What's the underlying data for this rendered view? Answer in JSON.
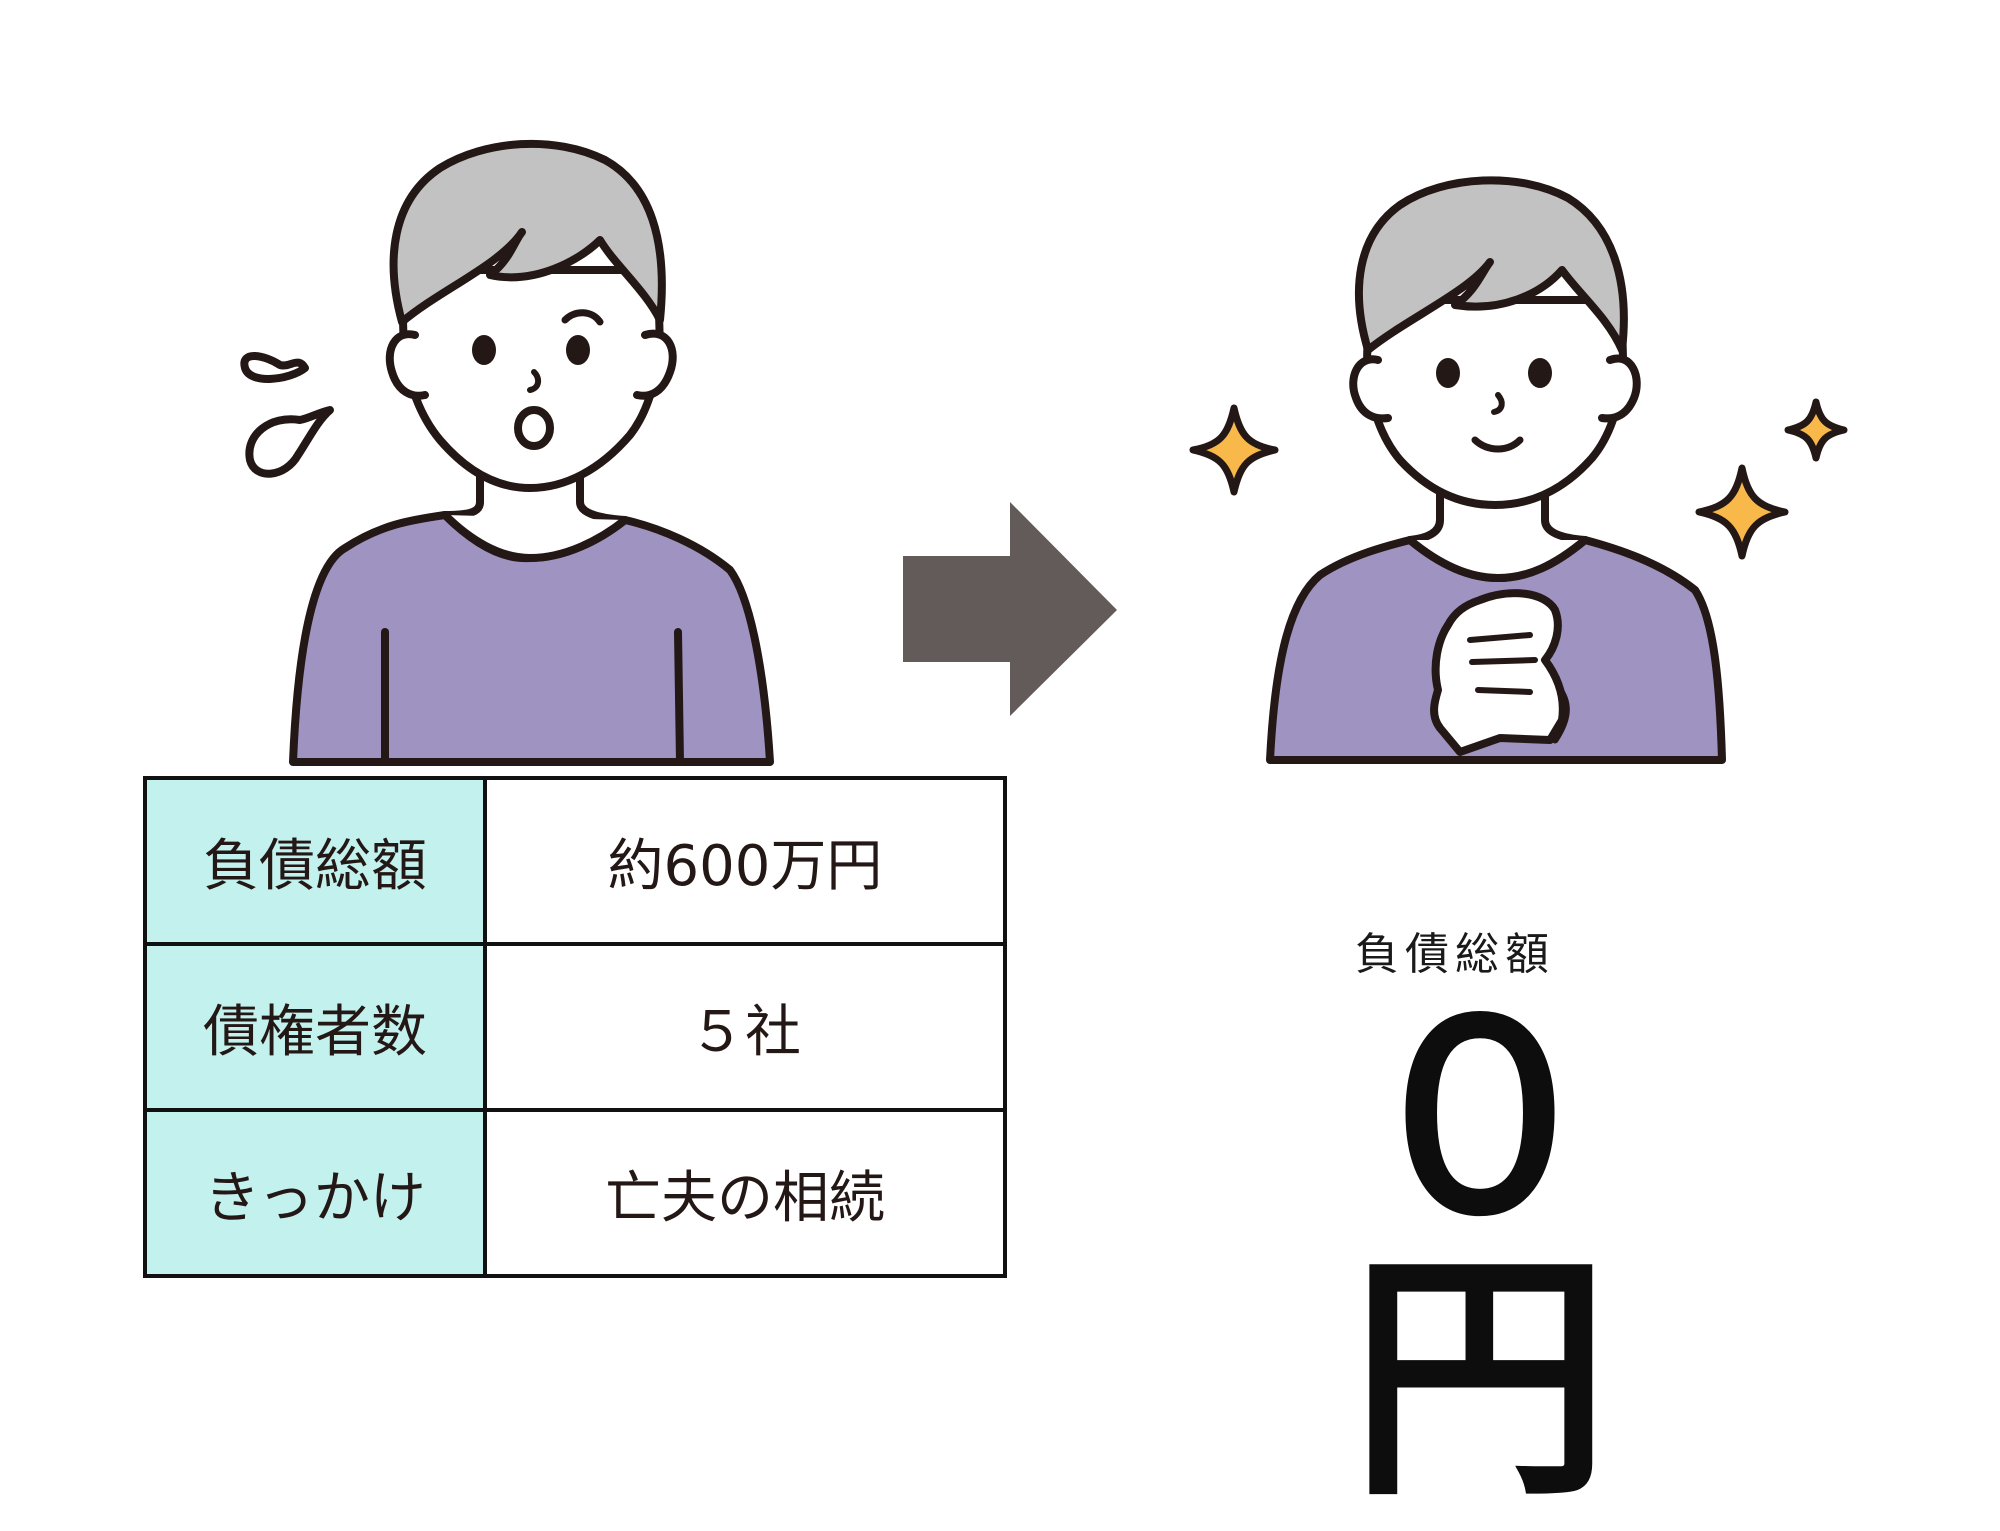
{
  "before": {
    "rows": [
      {
        "label": "負債総額",
        "value": "約600万円"
      },
      {
        "label": "債権者数",
        "value": "５社"
      },
      {
        "label": "きっかけ",
        "value": "亡夫の相続"
      }
    ]
  },
  "after": {
    "label": "負債総額",
    "value": "０円"
  },
  "colors": {
    "label_bg": "#c3f1ee",
    "shirt": "#9f93c1",
    "hair": "#c2c2c2",
    "arrow": "#635a5a",
    "sparkle": "#f9b84a",
    "outline": "#231815"
  }
}
